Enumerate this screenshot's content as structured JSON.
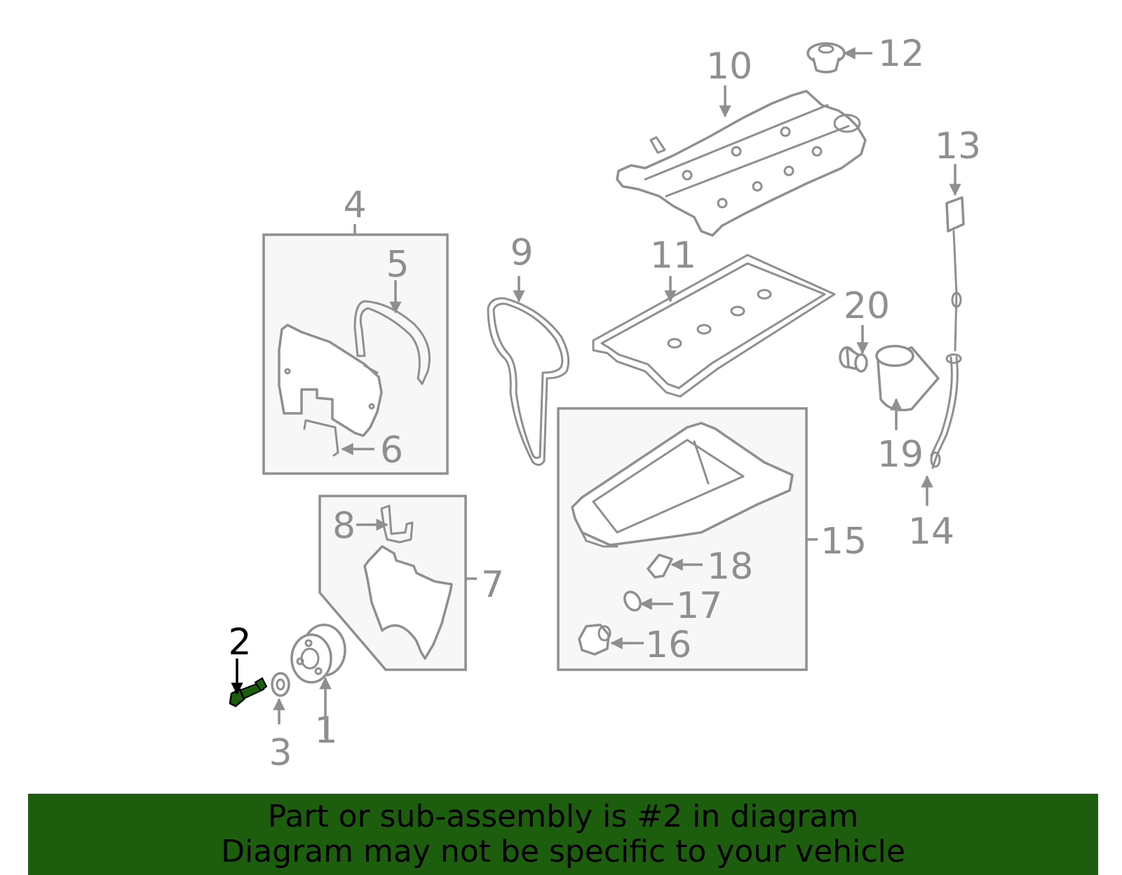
{
  "diagram": {
    "highlighted_part": "2",
    "callouts": {
      "c1": "1",
      "c2": "2",
      "c3": "3",
      "c4": "4",
      "c5": "5",
      "c6": "6",
      "c7": "7",
      "c8": "8",
      "c9": "9",
      "c10": "10",
      "c11": "11",
      "c12": "12",
      "c13": "13",
      "c14": "14",
      "c15": "15",
      "c16": "16",
      "c17": "17",
      "c18": "18",
      "c19": "19",
      "c20": "20"
    }
  },
  "banner": {
    "line1": "Part or sub-assembly is #2 in diagram",
    "line2": "Diagram may not be specific to your vehicle",
    "color": "#1d5e0e"
  },
  "colors": {
    "line": "#8f8f8f",
    "highlight": "#1d5e0e",
    "box_fill": "#f7f7f7"
  }
}
